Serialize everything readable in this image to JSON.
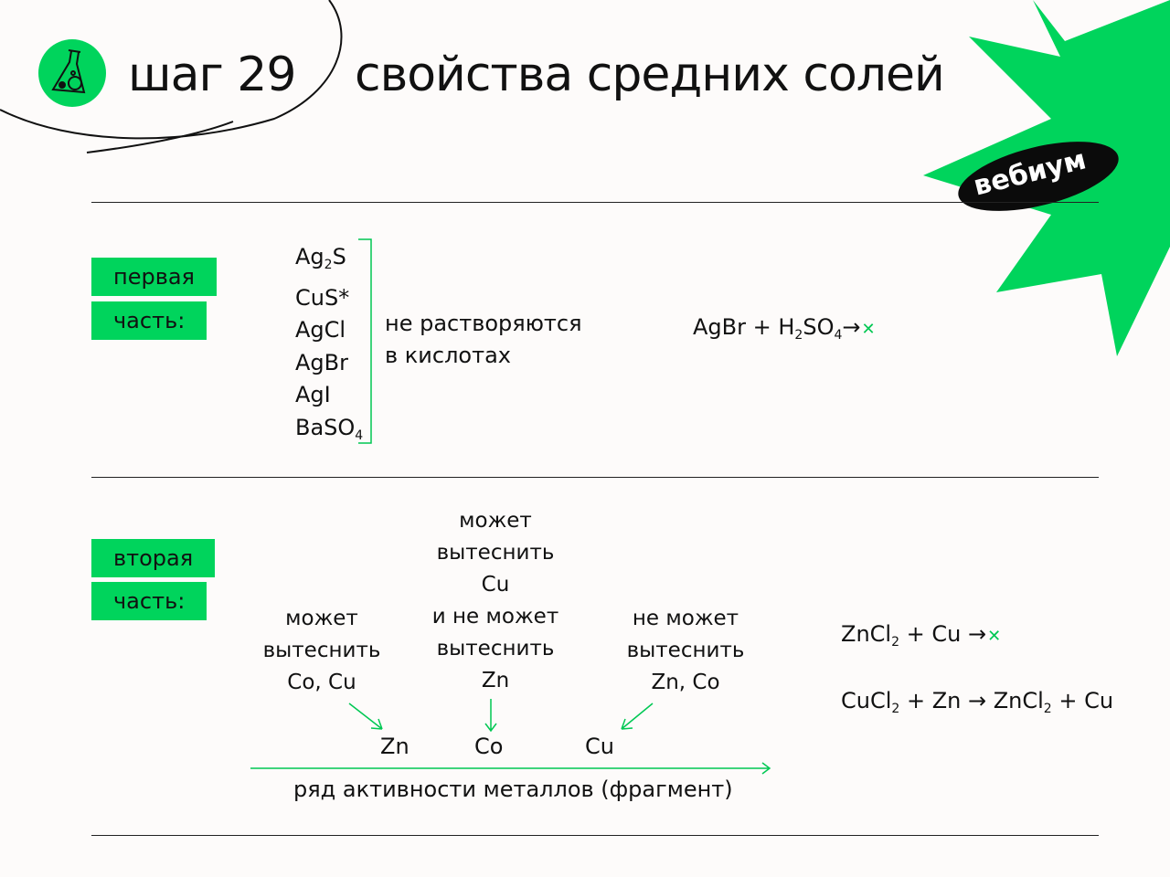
{
  "header": {
    "step": "шаг 29",
    "title": "свойства средних солей",
    "brand": "вебиум",
    "icon": "flask-icon"
  },
  "colors": {
    "accent": "#00d45c"
  },
  "part1": {
    "tag1": "первая",
    "tag2": "часть:",
    "salts": [
      [
        "Ag",
        "2",
        "S"
      ],
      [
        "CuS*",
        "",
        ""
      ],
      [
        "AgCl",
        "",
        ""
      ],
      [
        "AgBr",
        "",
        ""
      ],
      [
        "AgI",
        "",
        ""
      ],
      [
        "BaSO",
        "4",
        ""
      ]
    ],
    "note1": "не растворяются",
    "note2": "в кислотах",
    "reaction": {
      "a": "AgBr + H",
      "s1": "2",
      "b": "SO",
      "s2": "4",
      "arrow": "→",
      "cross": "✕"
    }
  },
  "part2": {
    "tag1": "вторая",
    "tag2": "часть:",
    "col1": [
      "может",
      "вытеснить",
      "Co, Cu"
    ],
    "col2": [
      "может",
      "вытеснить",
      "Cu",
      "и не может",
      "вытеснить",
      "Zn"
    ],
    "col3": [
      "не может",
      "вытеснить",
      "Zn, Co"
    ],
    "metals": [
      "Zn",
      "Co",
      "Cu"
    ],
    "axis_label": "ряд активности металлов (фрагмент)",
    "r1": {
      "a": "ZnCl",
      "s": "2",
      "b": " + Cu",
      "arrow": "→",
      "cross": "✕"
    },
    "r2": {
      "a": "CuCl",
      "s1": "2",
      "b": " + Zn → ZnCl",
      "s2": "2",
      "c": " + Cu"
    }
  }
}
